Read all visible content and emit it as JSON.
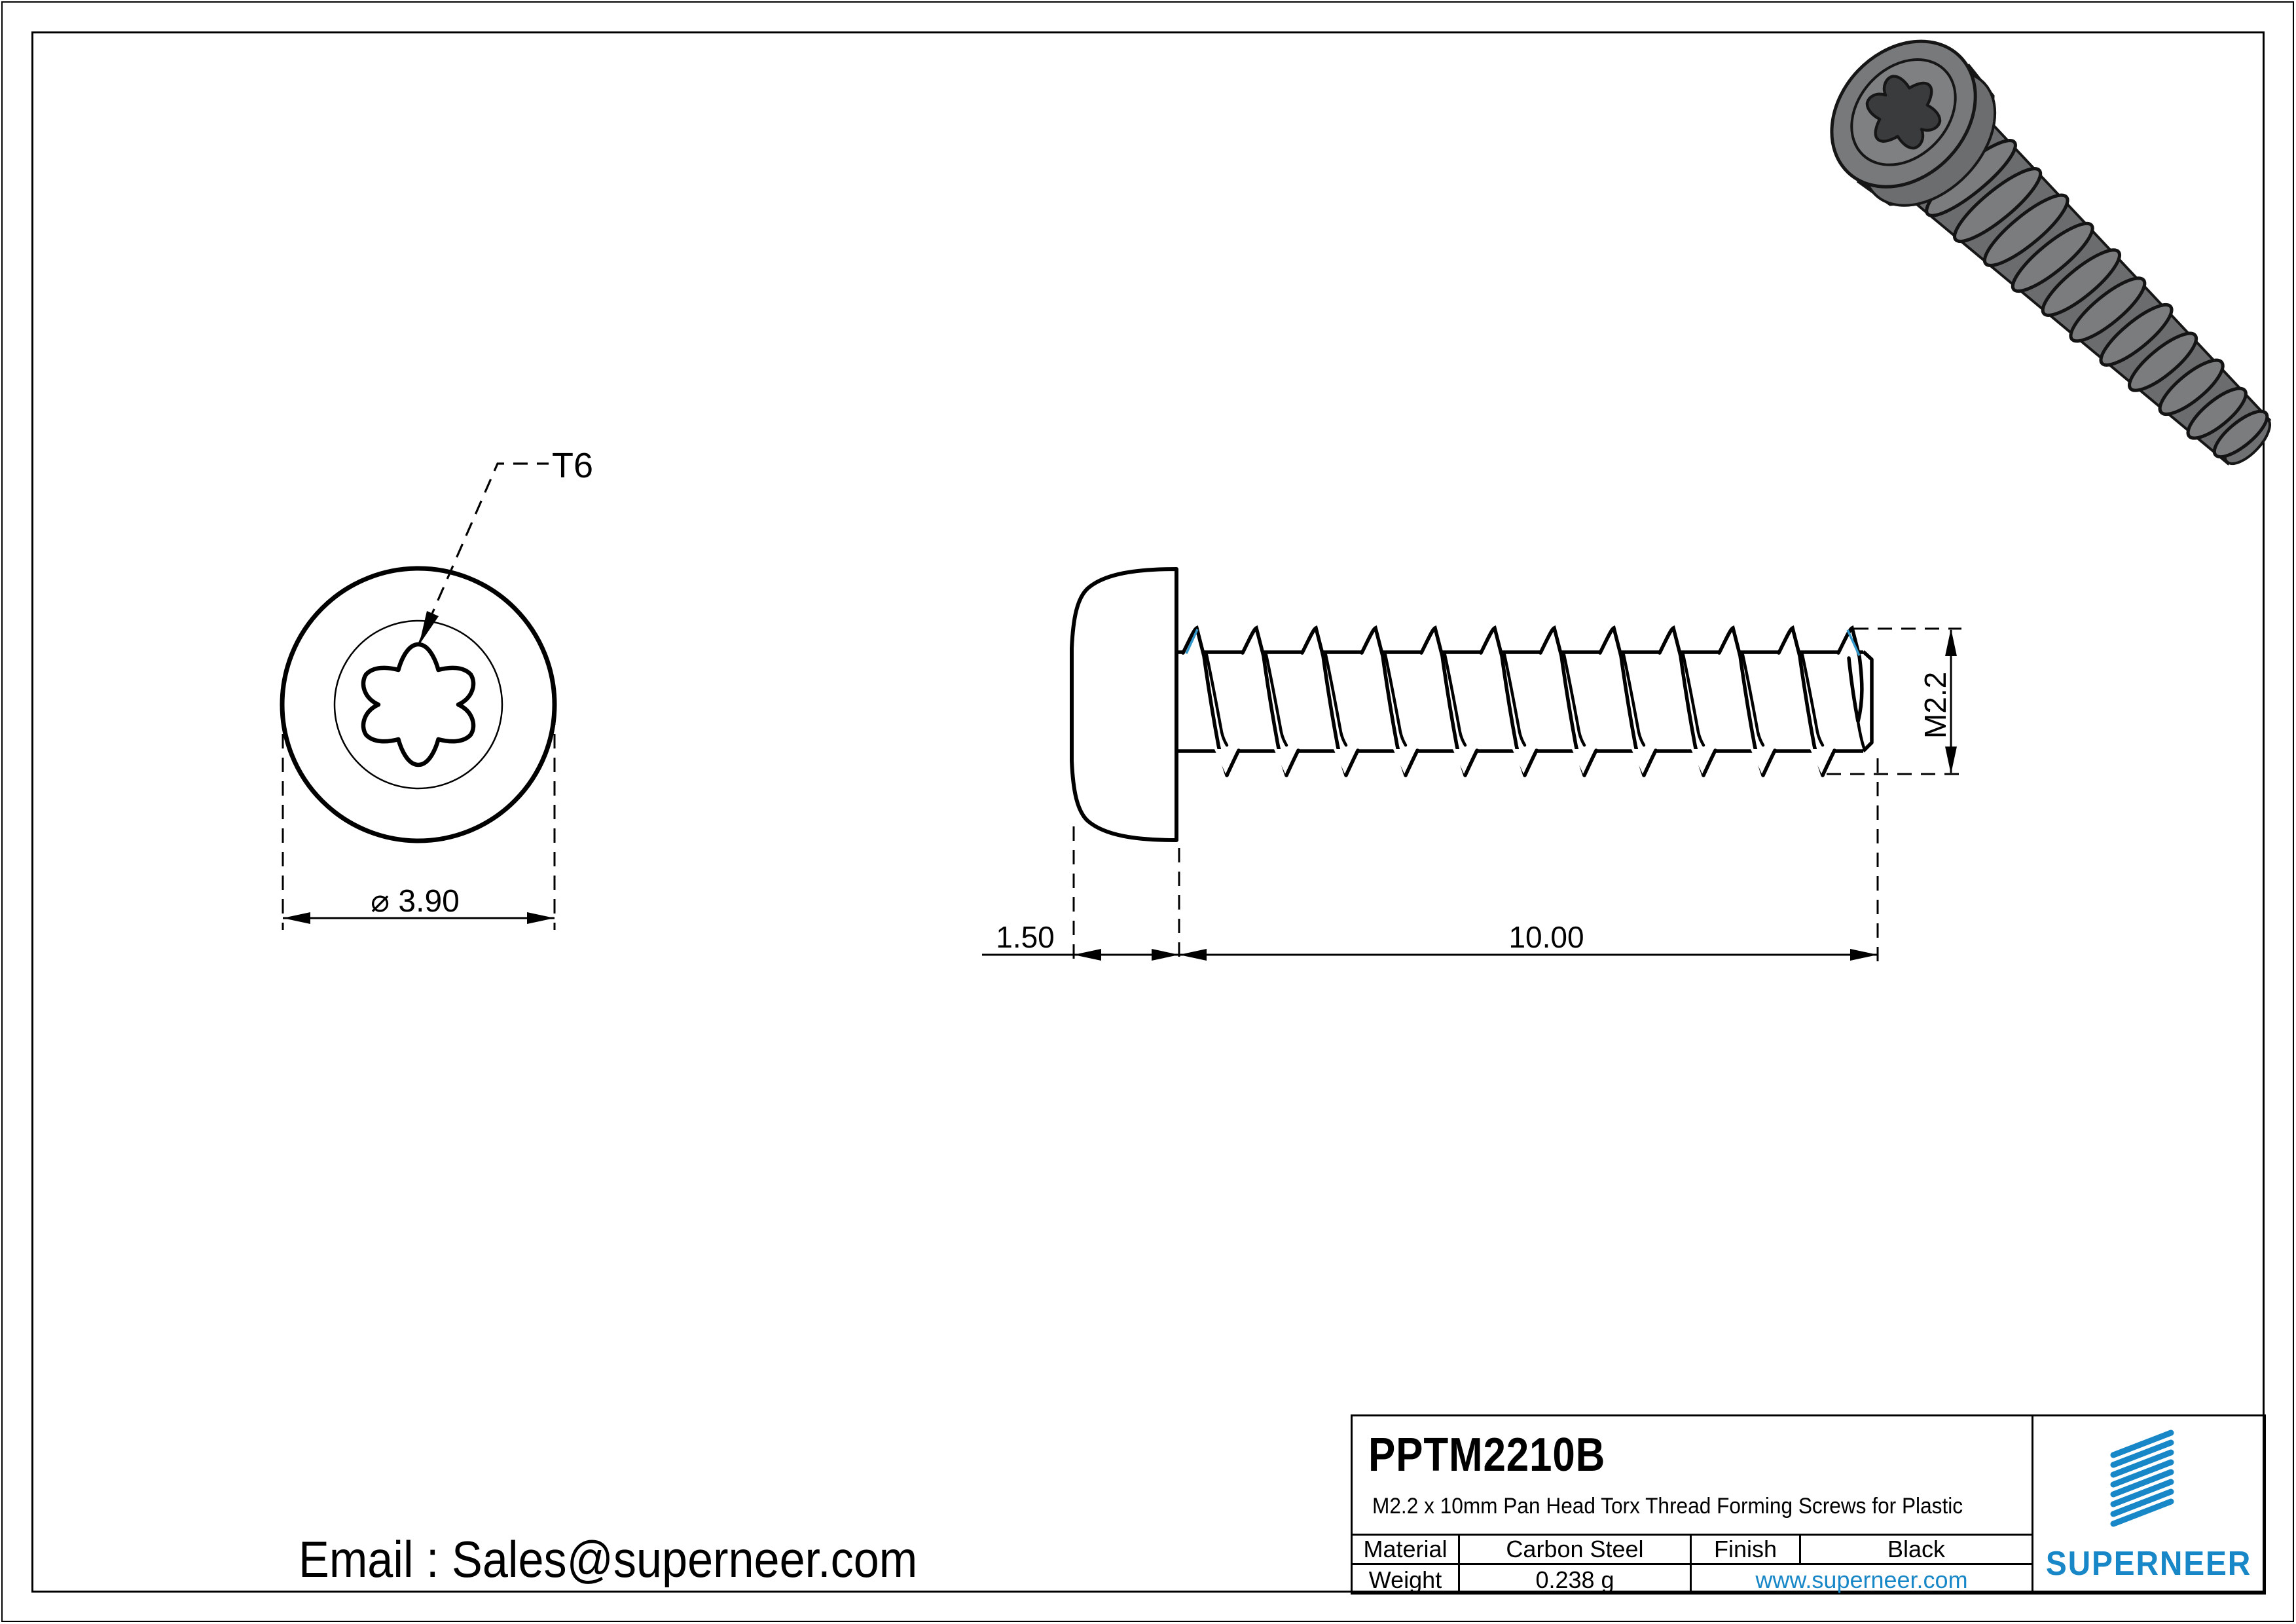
{
  "colors": {
    "accent_blue": "#1787c8",
    "thread_highlight": "#3399cc",
    "line": "#000000",
    "paper": "#ffffff",
    "screw_body_gray": "#74767a"
  },
  "front_view": {
    "drive_label": "T6",
    "diameter_dim": "⌀ 3.90"
  },
  "side_view": {
    "head_height_dim": "1.50",
    "length_dim": "10.00",
    "thread_dim": "M2.2"
  },
  "title_block": {
    "part_number": "PPTM2210B",
    "description": "M2.2 x 10mm Pan Head Torx Thread Forming Screws for Plastic",
    "material_label": "Material",
    "material_value": "Carbon Steel",
    "finish_label": "Finish",
    "finish_value": "Black",
    "weight_label": "Weight",
    "weight_value": "0.238 g",
    "website": "www.superneer.com",
    "brand": "SUPERNEER"
  },
  "footer": {
    "email": "Email : Sales@superneer.com"
  }
}
